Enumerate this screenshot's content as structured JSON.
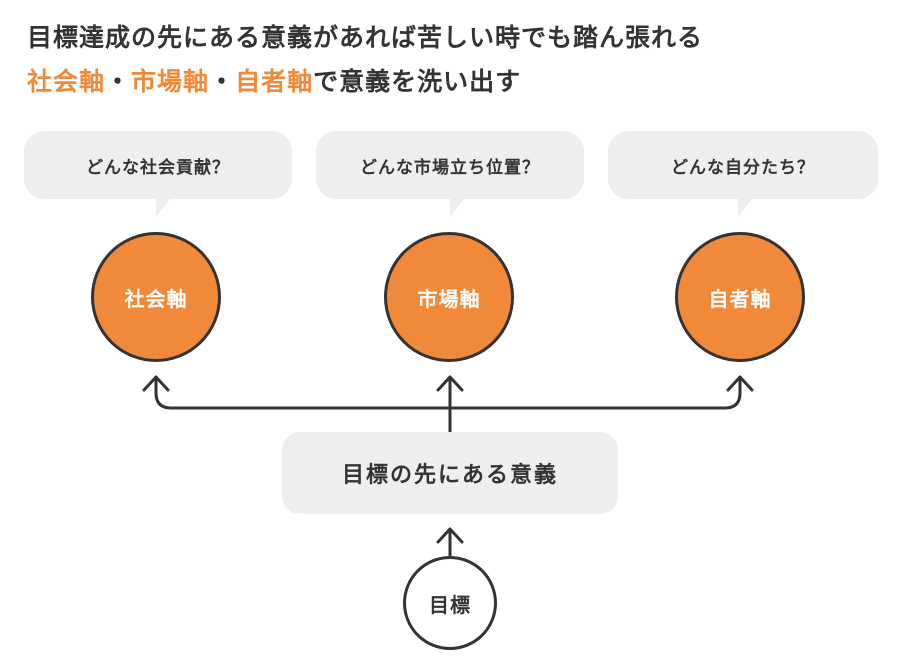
{
  "title": {
    "line1": "目標達成の先にある意義があれば苦しい時でも踏ん張れる",
    "line2": {
      "axis_social": "社会軸",
      "sep1": "・",
      "axis_market": "市場軸",
      "sep2": "・",
      "axis_self": "自者軸",
      "rest": "で意義を洗い出す"
    }
  },
  "questions": {
    "social": "どんな社会貢献？",
    "market": "どんな市場立ち位置？",
    "self": "どんな自分たち？"
  },
  "axes": {
    "social": "社会軸",
    "market": "市場軸",
    "self": "自者軸"
  },
  "meaning": "目標の先にある意義",
  "goal": "目標",
  "colors": {
    "accent": "#f08a3a",
    "text": "#333333",
    "bubble": "#eeeeee"
  }
}
